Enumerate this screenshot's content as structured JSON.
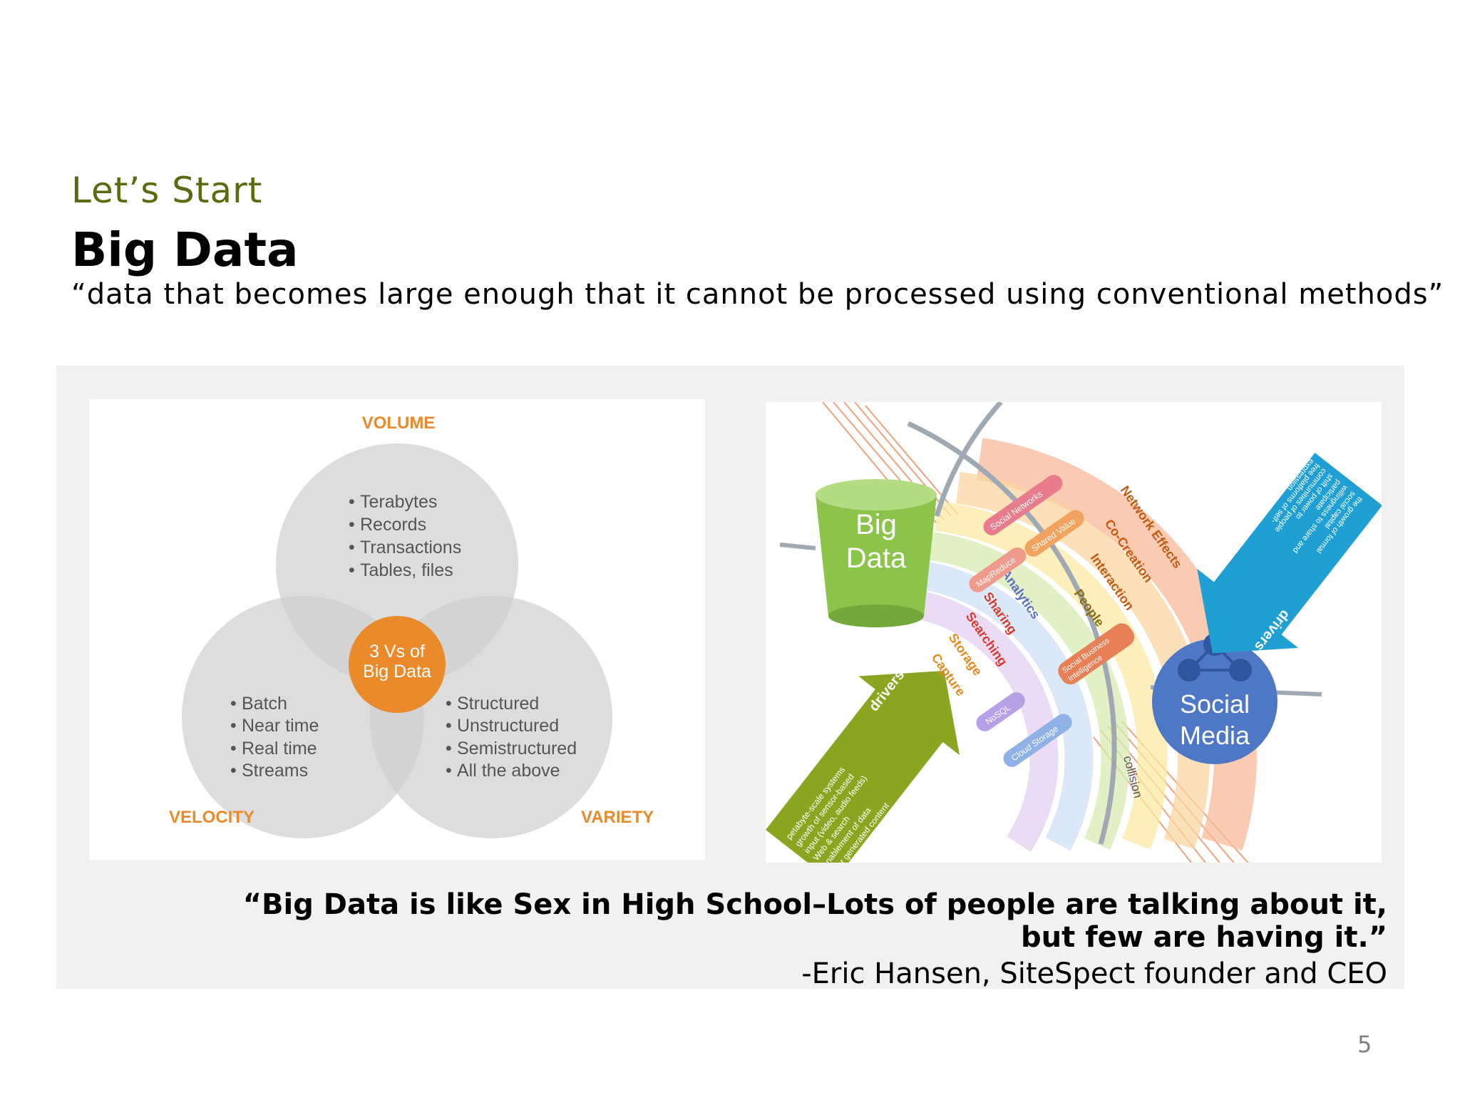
{
  "slide": {
    "kicker": "Let’s Start",
    "title": "Big Data",
    "definition": "“data that becomes large enough that it cannot be processed using conventional methods”",
    "page_number": "5"
  },
  "venn": {
    "center": [
      "3 Vs of",
      "Big Data"
    ],
    "volume": {
      "label": "VOLUME",
      "items": [
        "Terabytes",
        "Records",
        "Transactions",
        "Tables, files"
      ]
    },
    "velocity": {
      "label": "VELOCITY",
      "items": [
        "Batch",
        "Near time",
        "Real time",
        "Streams"
      ]
    },
    "variety": {
      "label": "VARIETY",
      "items": [
        "Structured",
        "Unstructured",
        "Semistructured",
        "All the above"
      ]
    }
  },
  "collision": {
    "bucket": [
      "Big",
      "Data"
    ],
    "social": [
      "Social",
      "Media"
    ],
    "big_data_drivers": {
      "title": "drivers",
      "items": [
        "petabyte-scale systems",
        "growth of sensor-based",
        "input (video, audio feeds)",
        "Web & search",
        "enablement of data",
        "user generated content"
      ]
    },
    "social_drivers": {
      "title": "drivers",
      "items": [
        "the growth of formal",
        "social capital",
        "willingness to share and",
        "participate",
        "shift of power to",
        "communities of people",
        "free platforms of self-",
        "expression"
      ]
    },
    "arc_labels_left": [
      "Capture",
      "Storage",
      "Searching",
      "Sharing",
      "Analytics"
    ],
    "arc_labels_right": [
      "People",
      "Interaction",
      "Co-Creation",
      "Network Effects"
    ],
    "pills": [
      "Social Networks",
      "Shared Value",
      "MapReduce",
      "Social Business Intelligence",
      "NoSQL",
      "Cloud Storage"
    ],
    "collision_label": "collision"
  },
  "quote": {
    "line1": "“Big Data  is like Sex in High School–Lots of people are talking about it,",
    "line2": "but few are having it.”",
    "attribution": "-Eric Hansen, SiteSpect founder and CEO"
  },
  "colors": {
    "kicker": "#5d6a0f",
    "venn_orange": "#ea8a2a",
    "venn_circle": "#d4d4d4",
    "bucket_green": "#8cc34a",
    "social_blue": "#4e78c6",
    "drivers_olive": "#8aa621",
    "drivers_cyan": "#1f9fd4"
  }
}
